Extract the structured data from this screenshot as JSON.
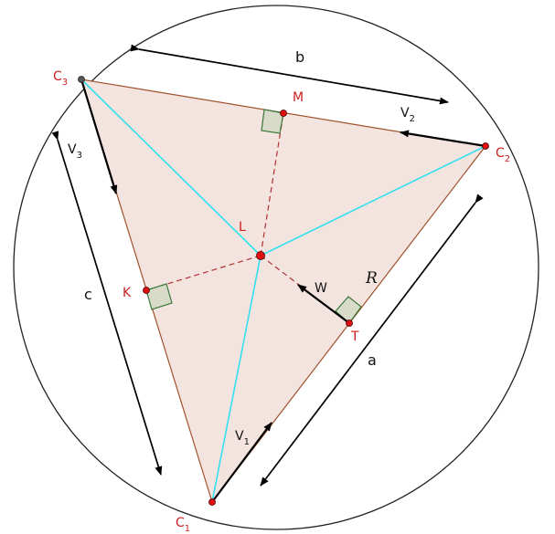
{
  "colors": {
    "triangle_fill": "#f4e4e0",
    "triangle_edge": "#a0522d",
    "cevian": "#33e0ee",
    "perpendicular": "#b03030",
    "point": "#e01010",
    "right_angle_fill": "#d8dbc8",
    "right_angle_edge": "#3a7a3a"
  },
  "labels": {
    "c1_main": "C",
    "c1_sub": "1",
    "c2_main": "C",
    "c2_sub": "2",
    "c3_main": "C",
    "c3_sub": "3",
    "m": "M",
    "k": "K",
    "t": "T",
    "l": "L",
    "a": "a",
    "b": "b",
    "c": "c",
    "v1_main": "V",
    "v1_sub": "1",
    "v2_main": "V",
    "v2_sub": "2",
    "v3_main": "V",
    "v3_sub": "3",
    "w": "W",
    "r": "R"
  }
}
